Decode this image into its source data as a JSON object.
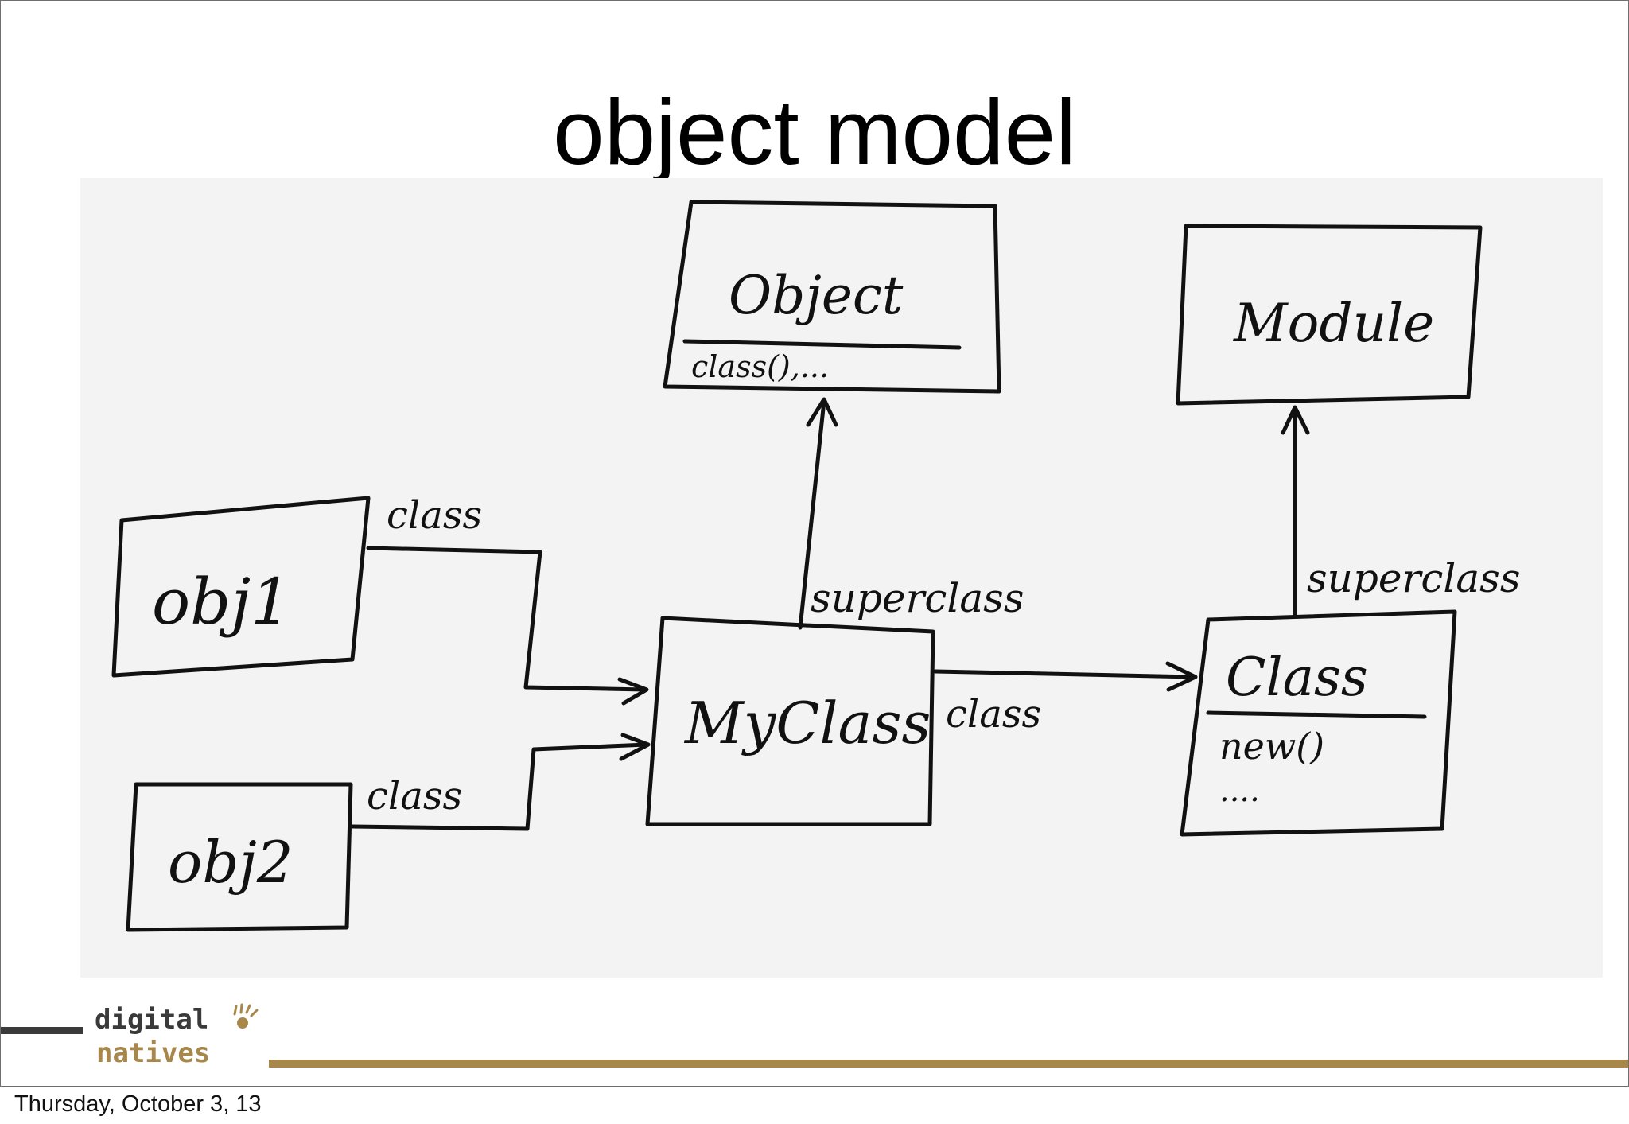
{
  "slide": {
    "title": "object model",
    "date": "Thursday, October 3, 13"
  },
  "logo": {
    "line1": "digital",
    "line2": "natives",
    "colors": {
      "dark": "#3a3a3a",
      "gold": "#a8874a"
    }
  },
  "diagram": {
    "nodes": {
      "object": {
        "name": "Object",
        "members": "class(),..."
      },
      "module": {
        "name": "Module"
      },
      "obj1": {
        "name": "obj1"
      },
      "obj2": {
        "name": "obj2"
      },
      "myclass": {
        "name": "MyClass"
      },
      "class": {
        "name": "Class",
        "members": "new()",
        "ellipsis": "...."
      }
    },
    "edges": {
      "obj1_class": "class",
      "obj2_class": "class",
      "myclass_class": "class",
      "myclass_superclass": "superclass",
      "class_superclass": "superclass"
    }
  }
}
